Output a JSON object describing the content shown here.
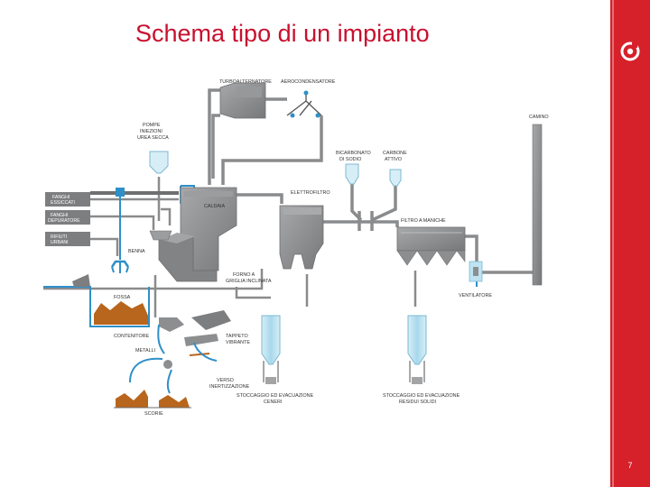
{
  "slide": {
    "title": "Schema tipo di un impianto",
    "page_number": "7"
  },
  "colors": {
    "title": "#c8102e",
    "band": "#d6202a",
    "equipment": "#8d8e90",
    "pipe": "#8a8b8d",
    "water": "#2f8fc8",
    "light_blue": "#bfe3f2",
    "waste": "#b8651d"
  },
  "diagram": {
    "labels": {
      "turboalternatore": "TURBOALTERNATORE",
      "aerocondensatore": "AEROCONDENSATORE",
      "camino": "CAMINO",
      "pompe_iniezione": [
        "POMPE",
        "INIEZIONI",
        "UREA SECCA"
      ],
      "bicarbonato": [
        "BICARBONATO",
        "DI SODIO"
      ],
      "carbone": [
        "CARBONE",
        "ATTIVO"
      ],
      "elettrofiltro": "ELETTROFILTRO",
      "fanghi_essiccati": [
        "FANGHI",
        "ESSICCATI"
      ],
      "fanghi_depuratore": [
        "FANGHI",
        "DEPURATORE"
      ],
      "rifiuti_urbani": [
        "RIFIUTI",
        "URBANI"
      ],
      "caldaia": "CALDAIA",
      "filtro_a_maniche": "FILTRO A MANICHE",
      "benna": "BENNA",
      "forno": [
        "FORNO A",
        "GRIGLIA INCLINATA"
      ],
      "fossa": "FOSSA",
      "ventilatore": "VENTILATORE",
      "contenitore": "CONTENITORE",
      "tappeto": [
        "TAPPETO",
        "VIBRANTE"
      ],
      "metalli": "METALLI",
      "verso_inertizzazione": [
        "VERSO",
        "INERTIZZAZIONE"
      ],
      "stoccaggio_ceneri": [
        "STOCCAGGIO ED EVACUAZIONE",
        "CENERI"
      ],
      "stoccaggio_residui": [
        "STOCCAGGIO ED EVACUAZIONE",
        "RESIDUI SOLIDI"
      ],
      "scorie": "SCORIE"
    }
  }
}
